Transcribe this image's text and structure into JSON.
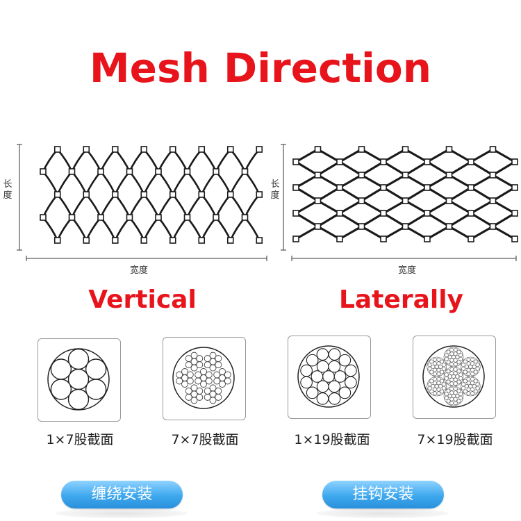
{
  "title": "Mesh Direction",
  "colors": {
    "title_red": "#e8141c",
    "mesh_black": "#1a1a1a",
    "pill_blue": "#3ea8ee"
  },
  "left_panel": {
    "subtitle": "Vertical",
    "length_label": "长度",
    "width_label": "宽度"
  },
  "right_panel": {
    "subtitle": "Laterally",
    "length_label": "长度",
    "width_label": "宽度"
  },
  "cross_sections": [
    {
      "caption": "1×7股截面",
      "icon": "cable-1x7-icon"
    },
    {
      "caption": "7×7股截面",
      "icon": "cable-7x7-icon"
    },
    {
      "caption": "1×19股截面",
      "icon": "cable-1x19-icon"
    },
    {
      "caption": "7×19股截面",
      "icon": "cable-7x19-icon"
    }
  ],
  "buttons": [
    {
      "label": "缠绕安装"
    },
    {
      "label": "挂钩安装"
    }
  ]
}
